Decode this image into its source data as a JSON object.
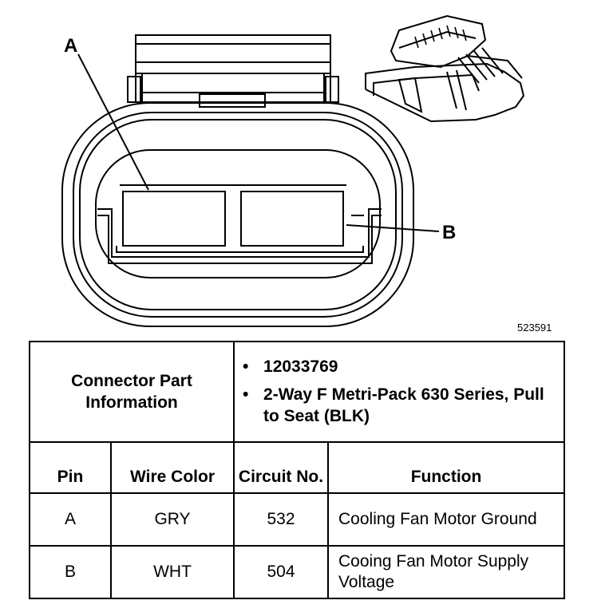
{
  "diagram": {
    "label_a": "A",
    "label_b": "B",
    "figure_id": "523591"
  },
  "connector_info": {
    "title": "Connector Part Information",
    "bullets": [
      "12033769",
      "2-Way F Metri-Pack 630 Series, Pull to Seat (BLK)"
    ]
  },
  "table": {
    "headers": {
      "pin": "Pin",
      "wire_color": "Wire Color",
      "circuit_no": "Circuit No.",
      "function": "Function"
    },
    "rows": [
      {
        "pin": "A",
        "wire_color": "GRY",
        "circuit": "532",
        "function": "Cooling Fan Motor Ground"
      },
      {
        "pin": "B",
        "wire_color": "WHT",
        "circuit": "504",
        "function": "Cooing Fan Motor Supply Voltage"
      }
    ]
  }
}
